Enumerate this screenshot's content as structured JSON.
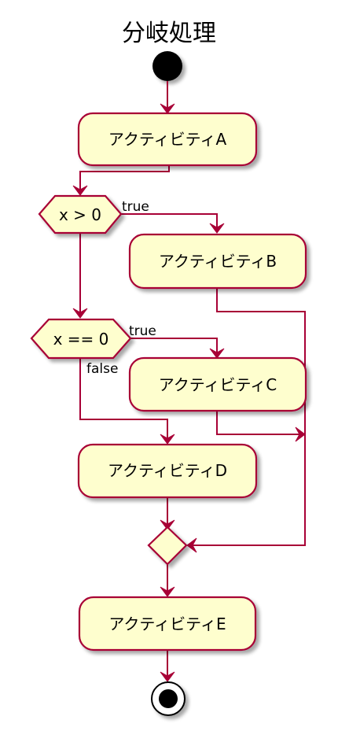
{
  "diagram": {
    "title": "分岐処理",
    "activities": {
      "a": "アクティビティA",
      "b": "アクティビティB",
      "c": "アクティビティC",
      "d": "アクティビティD",
      "e": "アクティビティE"
    },
    "decisions": {
      "first": "x > 0",
      "second": "x == 0"
    },
    "edge_labels": {
      "first_true": "true",
      "second_true": "true",
      "second_false": "false"
    },
    "colors": {
      "node_fill": "#FEFECE",
      "stroke": "#A80036",
      "start": "#000000"
    }
  }
}
